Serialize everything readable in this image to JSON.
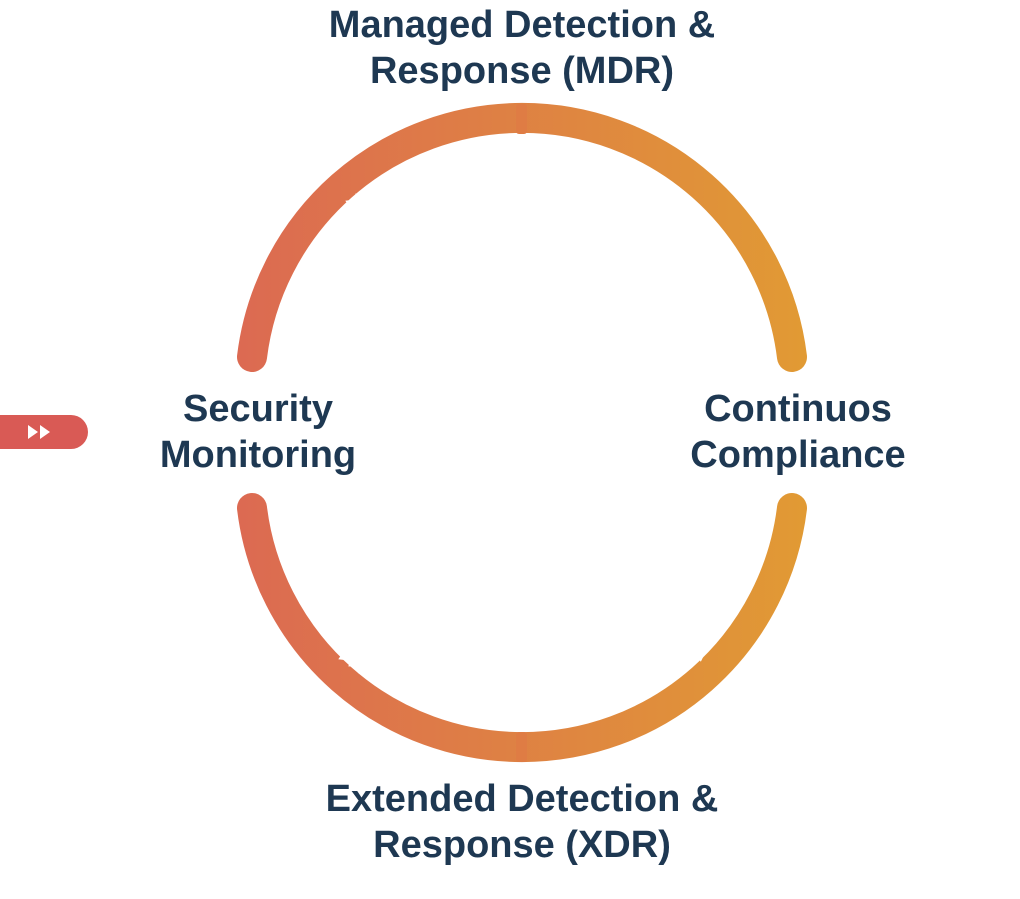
{
  "colors": {
    "ring_start": "#dc6a52",
    "ring_end": "#e19a34",
    "label_text": "#1e3852",
    "entry_tab": "#d95a55",
    "arrow_fill": "#ffffff"
  },
  "icons": {
    "entry_tab": "fast-forward-icon",
    "ring_arrows": "double-chevron-arrow-icon"
  },
  "stages": {
    "top": {
      "line1": "Managed Detection &",
      "line2": "Response (MDR)"
    },
    "right": {
      "line1": "Continuos",
      "line2": "Compliance"
    },
    "bottom": {
      "line1": "Extended Detection &",
      "line2": "Response (XDR)"
    },
    "left": {
      "line1": "Security",
      "line2": "Monitoring"
    }
  }
}
